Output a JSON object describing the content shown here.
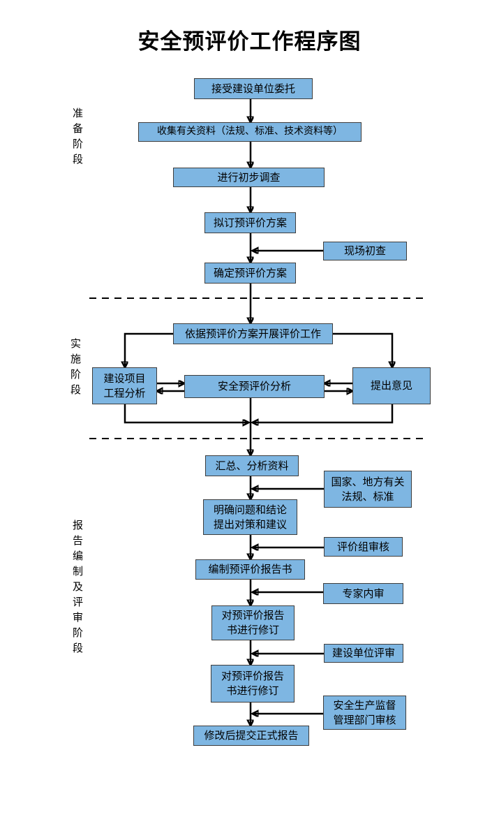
{
  "title": "安全预评价工作程序图",
  "stages": [
    {
      "label": "准备阶段"
    },
    {
      "label": "实施阶段"
    },
    {
      "label": "报告编制及评审阶段"
    }
  ],
  "nodes": {
    "main": [
      {
        "label": "接受建设单位委托"
      },
      {
        "label": "收集有关资料（法规、标准、技术资料等）"
      },
      {
        "label": "进行初步调查"
      },
      {
        "label": "拟订预评价方案"
      },
      {
        "label": "确定预评价方案"
      },
      {
        "label": "依据预评价方案开展评价工作"
      },
      {
        "label": "建设项目\n工程分析"
      },
      {
        "label": "安全预评价分析"
      },
      {
        "label": "提出意见"
      },
      {
        "label": "汇总、分析资料"
      },
      {
        "label": "明确问题和结论\n提出对策和建议"
      },
      {
        "label": "编制预评价报告书"
      },
      {
        "label": "对预评价报告\n书进行修订"
      },
      {
        "label": "对预评价报告\n书进行修订"
      },
      {
        "label": "修改后提交正式报告"
      }
    ],
    "side": [
      {
        "label": "现场初查"
      },
      {
        "label": "国家、地方有关\n法规、标准"
      },
      {
        "label": "评价组审核"
      },
      {
        "label": "专家内审"
      },
      {
        "label": "建设单位评审"
      },
      {
        "label": "安全生产监督\n管理部门审核"
      }
    ]
  },
  "colors": {
    "node_fill": "#7EB6E2",
    "node_border": "#3D3D3D",
    "connector": "#000000",
    "text": "#000000"
  }
}
